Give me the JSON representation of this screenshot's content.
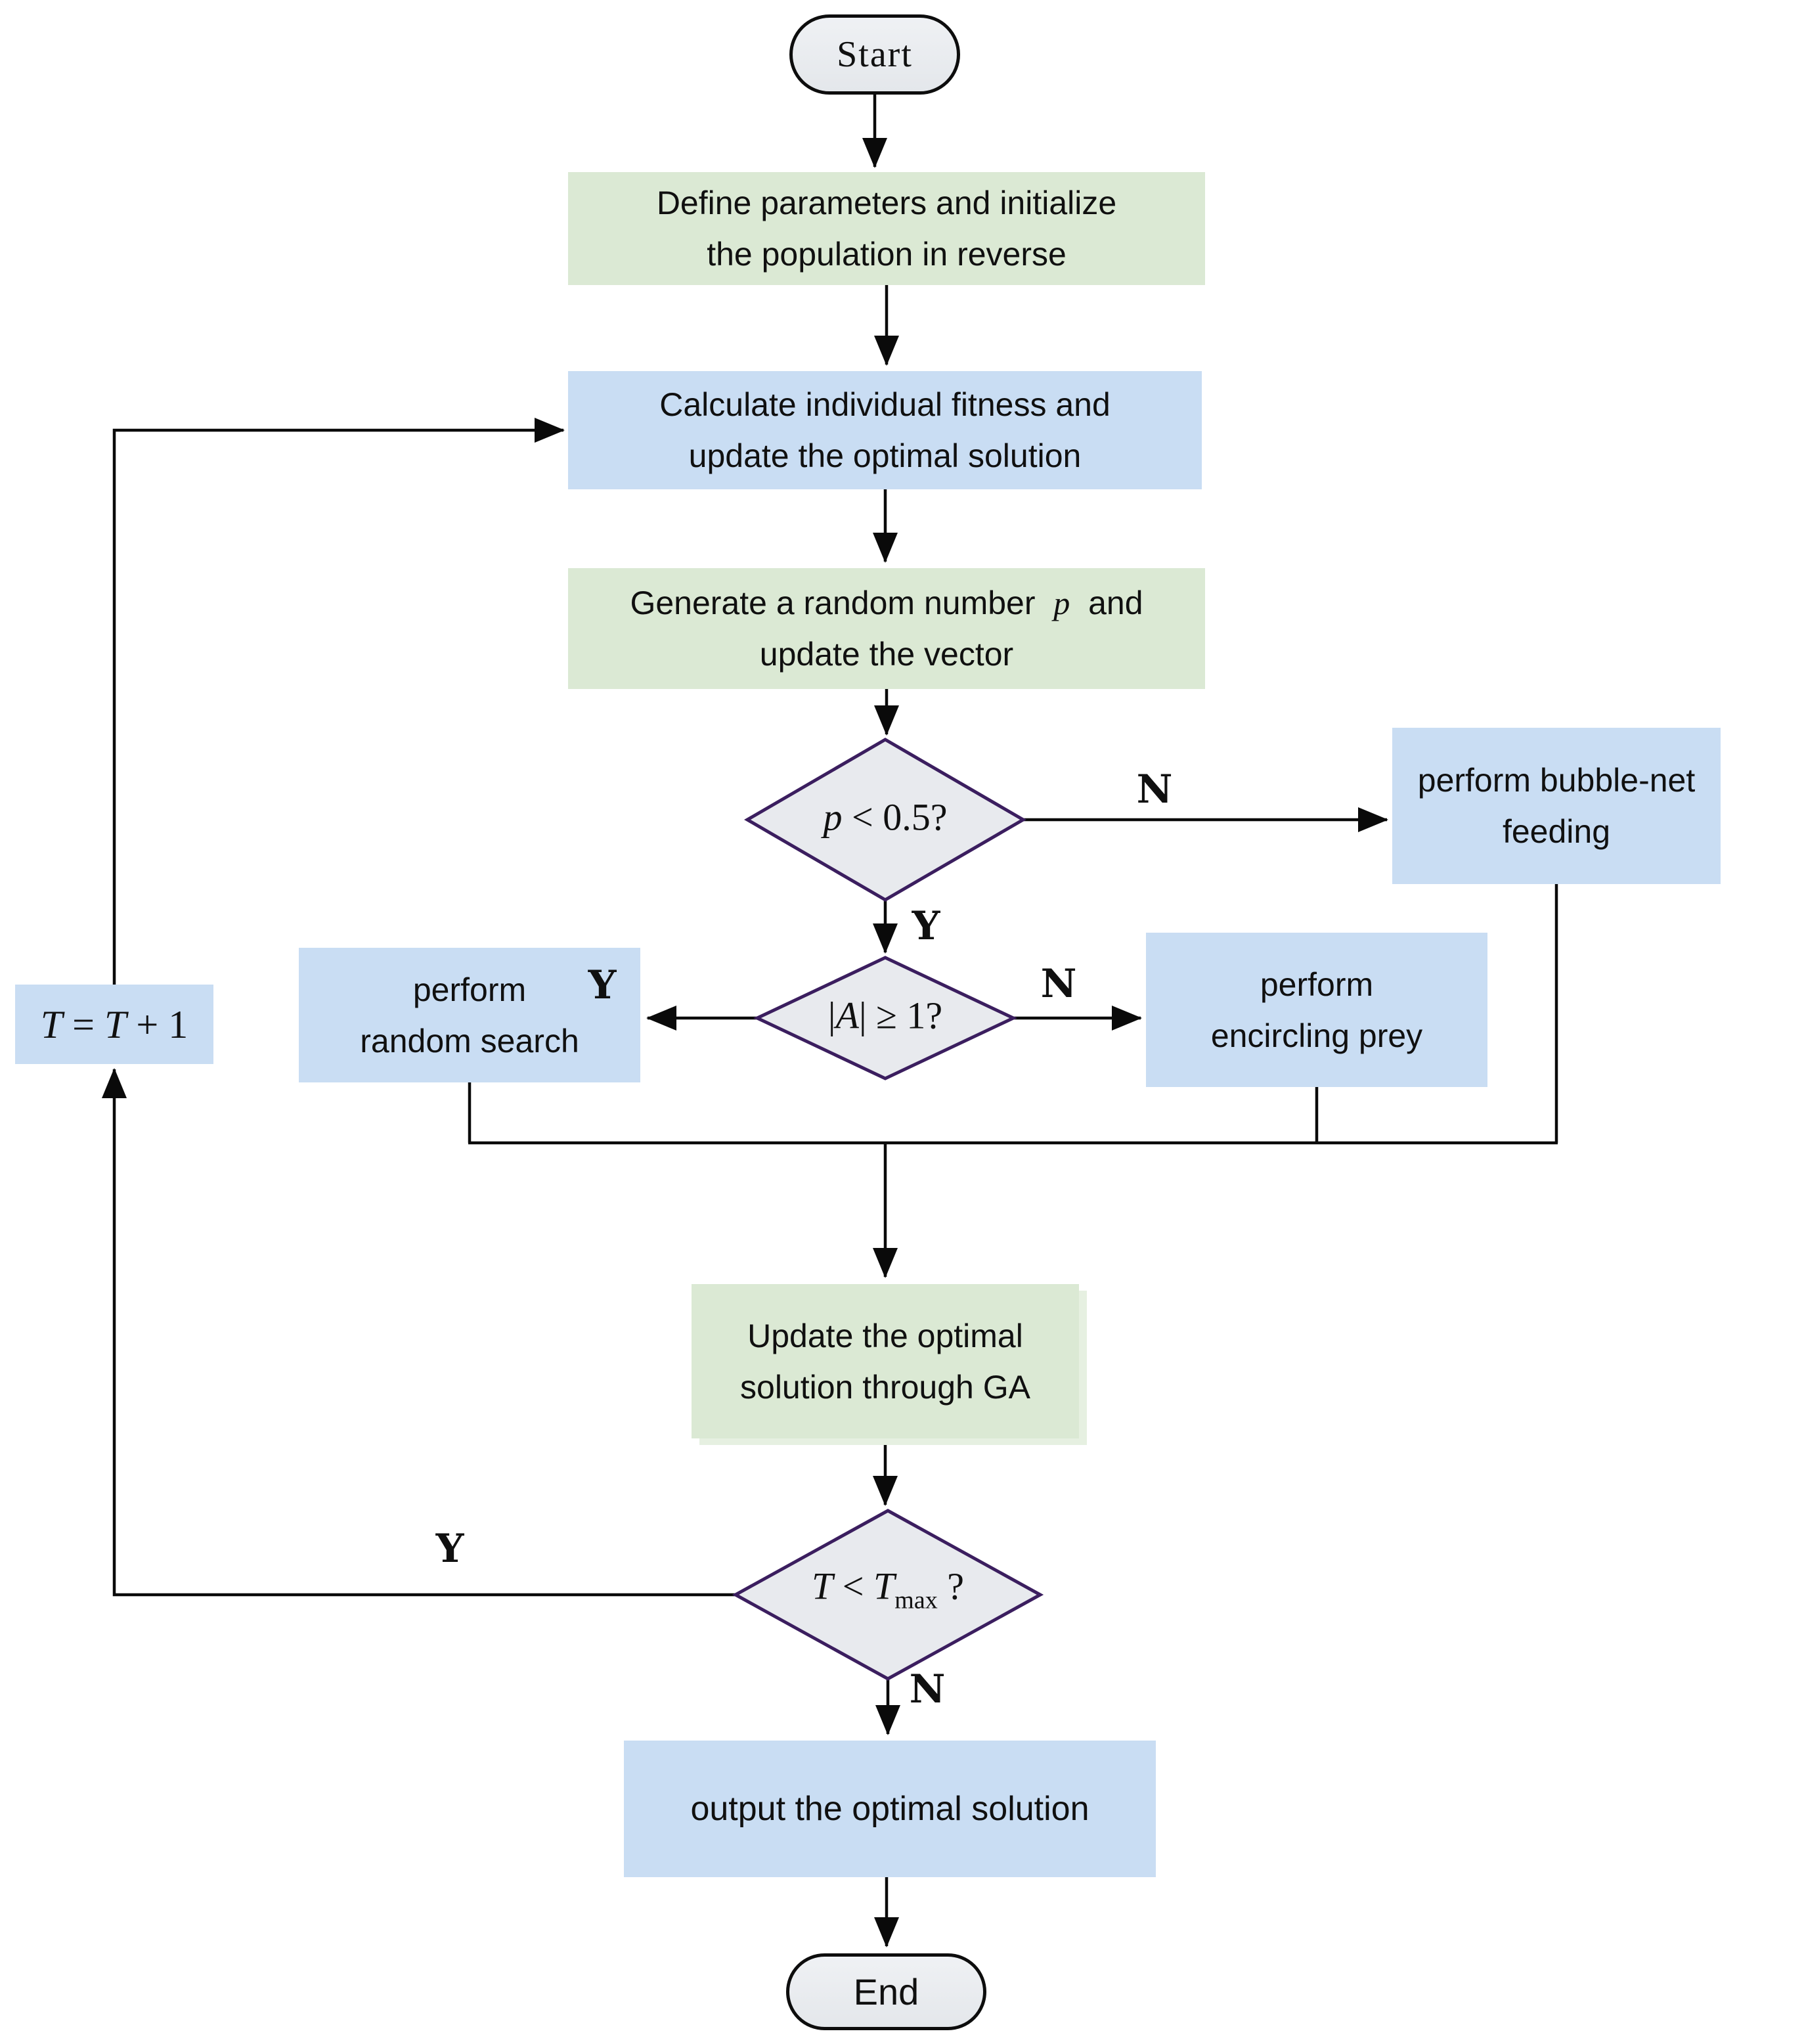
{
  "palette": {
    "process_green": "#dbe9d4",
    "process_blue": "#c9ddf3",
    "terminal_gray": "#e9ebef",
    "diamond_fill": "#e8eaee",
    "diamond_border": "#3b1e5f",
    "line_color": "#0a0a0a",
    "text_color": "#101010"
  },
  "nodes": {
    "start": {
      "label": "Start"
    },
    "init": {
      "line1": "Define parameters and initialize",
      "line2": "the population in reverse"
    },
    "fitness": {
      "line1": "Calculate individual fitness and",
      "line2": "update the optimal solution"
    },
    "random_p": {
      "line1_pre": "Generate a random number",
      "line1_var": "p",
      "line1_post": "and",
      "line2": "update the vector"
    },
    "p_decision": {
      "var": "p",
      "rest": " < 0.5?"
    },
    "bubble_net": {
      "line1": "perform bubble-net",
      "line2": "feeding"
    },
    "a_decision": {
      "open_bar": "|",
      "var": "A",
      "rest": "| ≥ 1?"
    },
    "random_search": {
      "line1": "perform",
      "line2": "random search"
    },
    "encircling": {
      "line1": "perform",
      "line2": "encircling prey"
    },
    "ga_update": {
      "line1": "Update the optimal",
      "line2": "solution through GA"
    },
    "t_increment": {
      "t1": "T",
      "eq": " = ",
      "t2": "T",
      "inc": " + 1"
    },
    "t_decision": {
      "t1": "T",
      "lt": " < ",
      "t2": "T",
      "sub": "max",
      "q": " ?"
    },
    "output": {
      "label": "output the optimal solution"
    },
    "end": {
      "label": "End"
    }
  },
  "edge_labels": {
    "p_no": "N",
    "p_yes": "Y",
    "a_yes": "Y",
    "a_no": "N",
    "t_yes": "Y",
    "t_no": "N"
  }
}
